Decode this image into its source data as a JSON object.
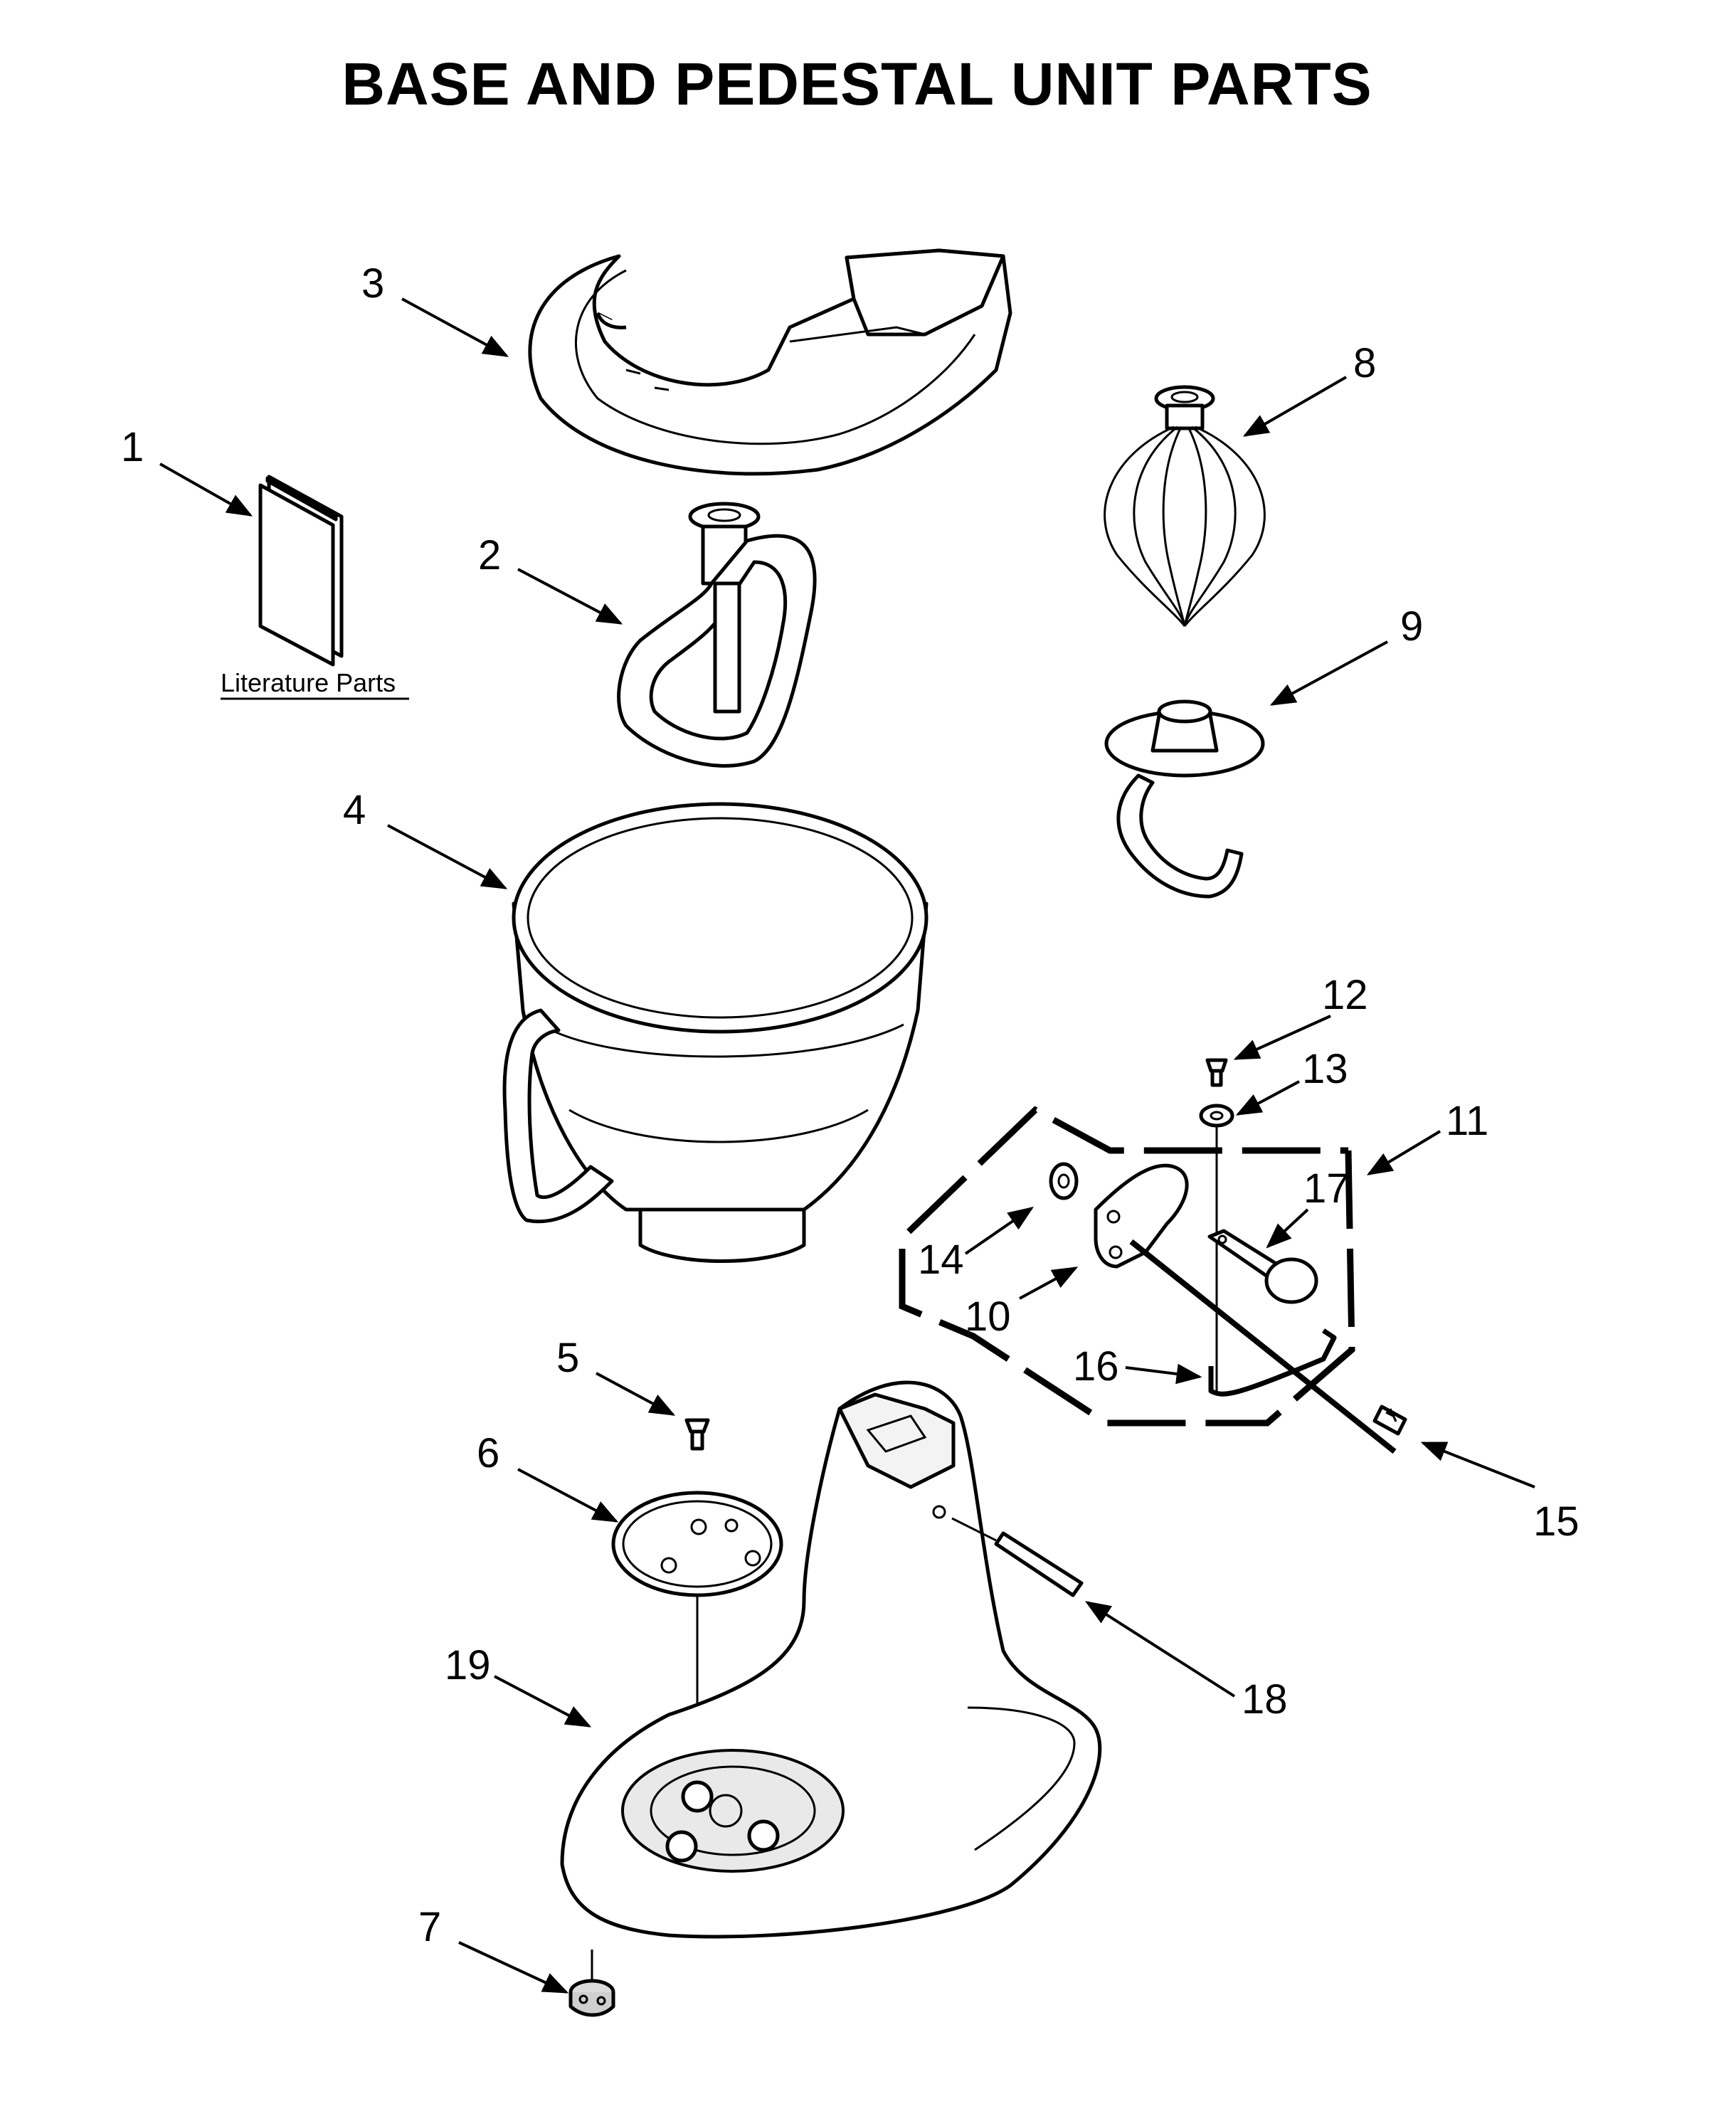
{
  "title": "BASE AND PEDESTAL UNIT PARTS",
  "literature_label": "Literature Parts",
  "callouts": [
    "1",
    "2",
    "3",
    "4",
    "5",
    "6",
    "7",
    "8",
    "9",
    "10",
    "11",
    "12",
    "13",
    "14",
    "15",
    "16",
    "17",
    "18",
    "19"
  ]
}
